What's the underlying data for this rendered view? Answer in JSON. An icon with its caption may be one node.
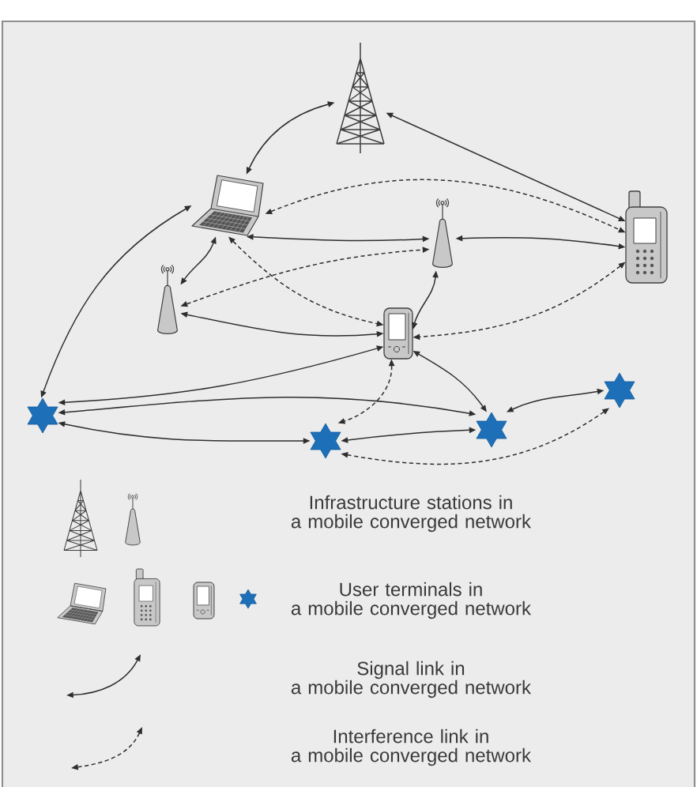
{
  "diagram": {
    "nodes": [
      {
        "text": [],
        "shape": "picture"
      },
      {
        "text": [],
        "shape": "picture"
      },
      {
        "text": [],
        "shape": "picture"
      },
      {
        "text": [],
        "shape": "picture"
      },
      {
        "text": [],
        "shape": "picture"
      },
      {
        "text": [],
        "shape": "picture"
      },
      {
        "text": [],
        "shape": "star"
      },
      {
        "text": [],
        "shape": "star"
      },
      {
        "text": [],
        "shape": "star"
      },
      {
        "text": [],
        "shape": "star"
      }
    ],
    "edges": [
      {
        "from": 0,
        "to": 1,
        "arrow": "both"
      },
      {
        "from": 0,
        "to": 3,
        "arrow": "both"
      },
      {
        "from": 1,
        "to": 3,
        "arrow": "both",
        "style": "dashed"
      },
      {
        "from": 1,
        "to": 6,
        "arrow": "both"
      },
      {
        "from": 1,
        "to": 2,
        "arrow": "both"
      },
      {
        "from": 2,
        "to": 3,
        "arrow": "both"
      },
      {
        "from": 1,
        "to": 4,
        "arrow": "both"
      },
      {
        "from": 1,
        "to": 5,
        "arrow": "both",
        "style": "dashed"
      },
      {
        "from": 4,
        "to": 2,
        "arrow": "both",
        "style": "dashed"
      },
      {
        "from": 4,
        "to": 5,
        "arrow": "both"
      },
      {
        "from": 2,
        "to": 5,
        "arrow": "both"
      },
      {
        "from": 3,
        "to": 5,
        "arrow": "both",
        "style": "dashed"
      },
      {
        "from": 5,
        "to": 6,
        "arrow": "both"
      },
      {
        "from": 6,
        "to": 8,
        "arrow": "both"
      },
      {
        "from": 6,
        "to": 7,
        "arrow": "both"
      },
      {
        "from": 5,
        "to": 7,
        "arrow": "both",
        "style": "dashed"
      },
      {
        "from": 5,
        "to": 8,
        "arrow": "both"
      },
      {
        "from": 7,
        "to": 8,
        "arrow": "both"
      },
      {
        "from": 8,
        "to": 9,
        "arrow": "both"
      },
      {
        "from": 9,
        "to": 7,
        "arrow": "both",
        "style": "dashed"
      }
    ],
    "legend": [
      {
        "text": "Infrastructure stations in a mobile converged network"
      },
      {
        "text": "User terminals in a mobile converged network"
      },
      {
        "text": "Signal link in a mobile converged network"
      },
      {
        "text": "Interference link in a mobile converged network"
      }
    ]
  }
}
